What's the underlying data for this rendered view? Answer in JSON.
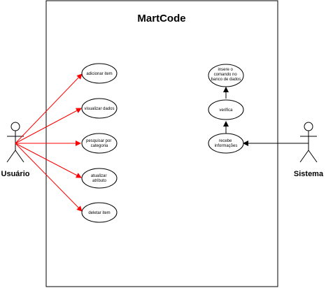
{
  "system": {
    "title": "MartCode"
  },
  "actors": {
    "user": "Usuário",
    "system": "Sistema"
  },
  "user_cases": [
    [
      "adicionar item"
    ],
    [
      "visualizar dados"
    ],
    [
      "pesquisar por",
      "categoria"
    ],
    [
      "atualizar",
      "atributo"
    ],
    [
      "deletar item"
    ]
  ],
  "system_cases": [
    [
      "insere o",
      "comando no",
      "banco de dados"
    ],
    [
      "verifica"
    ],
    [
      "recebe",
      "informações"
    ]
  ],
  "colors": {
    "user_association": "#ff0000",
    "system_flow": "#000000",
    "stroke": "#000000",
    "background": "#ffffff"
  }
}
